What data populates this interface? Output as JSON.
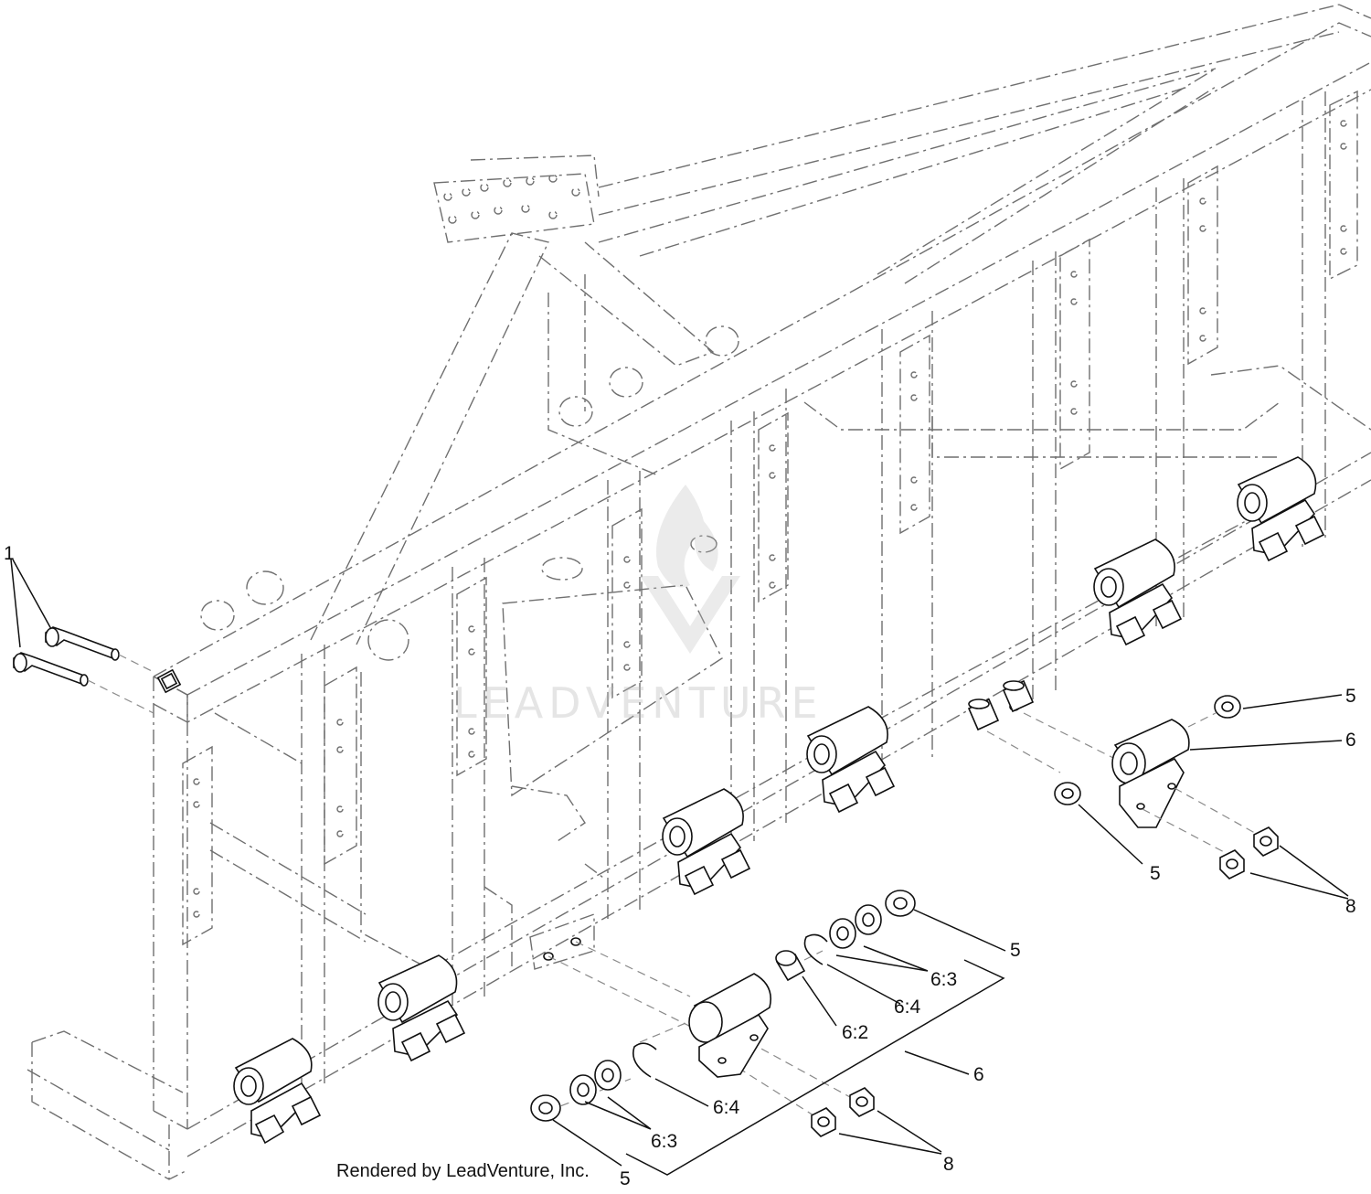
{
  "watermark": {
    "text": "LEADVENTURE",
    "logo_icon": "leadventure-flame-logo-icon"
  },
  "footer": {
    "text": "Rendered by LeadVenture, Inc."
  },
  "callouts": [
    "1",
    "5",
    "6",
    "5",
    "8",
    "5",
    "6:3",
    "6:4",
    "6:2",
    "6",
    "6:4",
    "6:3",
    "8",
    "5"
  ],
  "colors": {
    "frame_line": "#6f6f6f",
    "part_line": "#111111",
    "watermark": "#b4b4b4"
  }
}
